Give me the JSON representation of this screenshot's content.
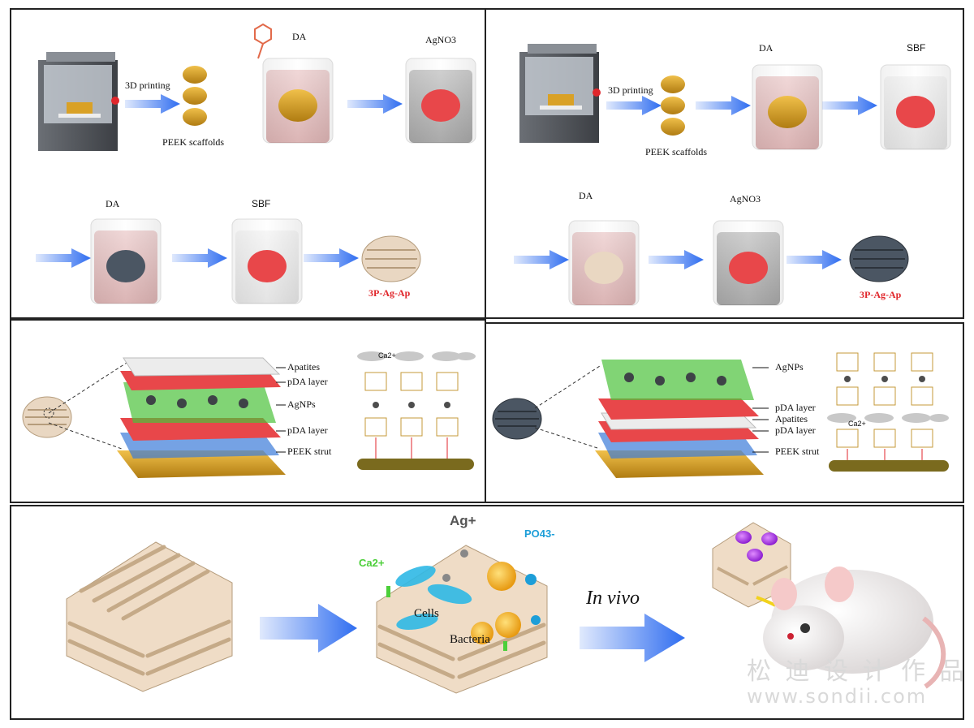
{
  "panel_a": {
    "printing": "3D printing",
    "scaffolds": "PEEK  scaffolds",
    "da_1": "DA",
    "agno3": "AgNO3",
    "da_2": "DA",
    "sbf": "SBF",
    "product": "3P-Ag-Ap"
  },
  "panel_b": {
    "printing": "3D printing",
    "scaffolds": "PEEK  scaffolds",
    "sbf": "SBF",
    "da_1": "DA",
    "da_2": "DA",
    "agno3": "AgNO3",
    "product": "3P-Ag-Ap"
  },
  "layers_a": {
    "labels": [
      "Apatites",
      "pDA layer",
      "AgNPs",
      "pDA layer",
      "PEEK strut"
    ],
    "ca_label": "Ca2+"
  },
  "layers_b": {
    "labels": [
      "AgNPs",
      "pDA layer",
      "Apatites",
      "pDA layer",
      "PEEK strut"
    ],
    "ca_label": "Ca2+"
  },
  "bottom": {
    "ag": "Ag+",
    "po4": "PO43-",
    "ca": "Ca2+",
    "cells": "Cells",
    "bacteria": "Bacteria",
    "in_vivo": "In vivo"
  },
  "watermark": {
    "line1": "松 迪 设 计 作 品",
    "line2": "www.sondii.com"
  },
  "colors": {
    "arrow_blue": "#2f6df0",
    "da_arrow_yellow": "#f2d21c",
    "pda_red": "#e8474a",
    "agnp_green": "#4cc23b",
    "peek_gold": "#d9a126",
    "product_red": "#e0262b"
  }
}
